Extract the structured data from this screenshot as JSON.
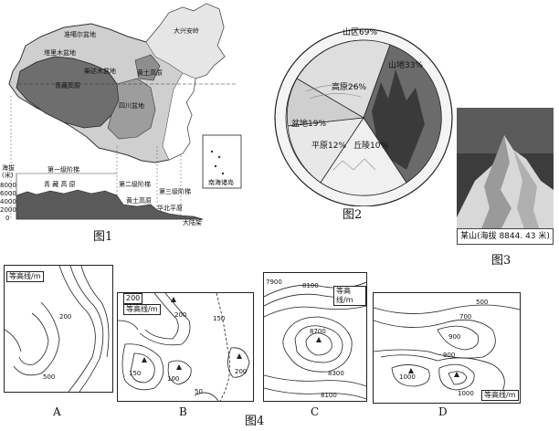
{
  "fig1": {
    "caption": "图1",
    "inset_label": "南海诸岛",
    "regions": [
      "青藏高原",
      "塔里木盆地",
      "准噶尔盆地",
      "柴达木盆地",
      "四川盆地",
      "黄土高原",
      "大兴安岭"
    ],
    "profile": {
      "ylabel": "海拔",
      "yunit": "(米)",
      "yticks": [
        "8000",
        "6000",
        "4000",
        "2000",
        "0"
      ],
      "labels": [
        "第一级阶梯",
        "第二级阶梯",
        "第三级阶梯",
        "青 藏 高 原",
        "黄土高原",
        "华北平原",
        "大陆架"
      ]
    }
  },
  "fig2": {
    "caption": "图2",
    "segments": [
      {
        "label": "山区69%"
      },
      {
        "label": "山地33%"
      },
      {
        "label": "高原26%"
      },
      {
        "label": "盆地19%"
      },
      {
        "label": "平原12%"
      },
      {
        "label": "丘陵10%"
      }
    ]
  },
  "fig3": {
    "caption": "图3",
    "photo_caption": "某山(海拔 8844. 43 米)"
  },
  "fig4": {
    "caption": "图4",
    "legend": "等高线/m",
    "panels": [
      {
        "id": "A",
        "labels": [
          "200",
          "500"
        ]
      },
      {
        "id": "B",
        "labels": [
          "200",
          "200",
          "150",
          "100",
          "50",
          "200",
          "150"
        ]
      },
      {
        "id": "C",
        "labels": [
          "7900",
          "8100",
          "8700",
          "8300",
          "8100"
        ]
      },
      {
        "id": "D",
        "labels": [
          "500",
          "700",
          "900",
          "1000",
          "1000",
          "900"
        ]
      }
    ]
  }
}
